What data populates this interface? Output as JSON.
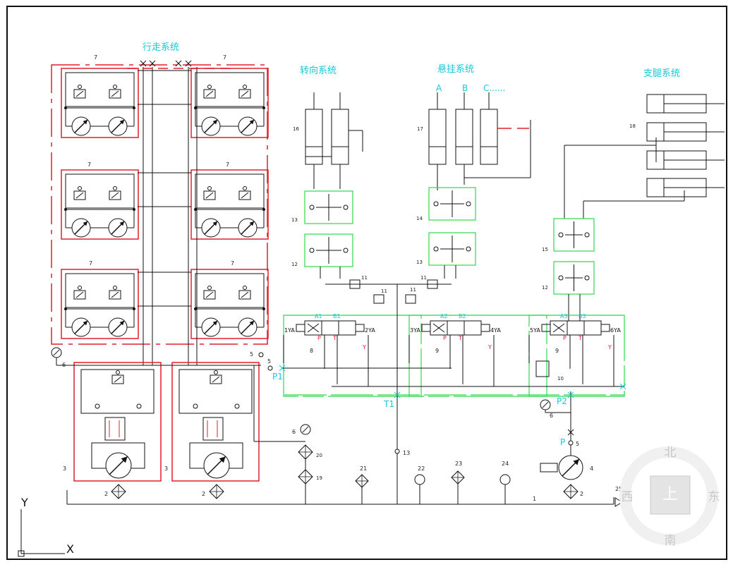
{
  "titles": {
    "travel": "行走系统",
    "steering": "转向系统",
    "suspension": "悬挂系统",
    "outrigger": "支腿系统"
  },
  "suspension_ports": {
    "a": "A",
    "b": "B",
    "c": "C......"
  },
  "compass": {
    "center": "上",
    "north": "北",
    "south": "南",
    "east": "东",
    "west": "西"
  },
  "ucs": {
    "y": "Y",
    "x": "X"
  },
  "ports": {
    "p1": "P1",
    "p2": "P2",
    "t1": "T1",
    "p": "P"
  },
  "valves": [
    {
      "left": "1YA",
      "right": "2YA",
      "a": "A1",
      "b": "B1",
      "num": "8",
      "p": "P",
      "t": "T",
      "y": "Y"
    },
    {
      "left": "3YA",
      "right": "4YA",
      "a": "A2",
      "b": "B2",
      "num": "9",
      "p": "P",
      "t": "T",
      "y": "Y"
    },
    {
      "left": "5YA",
      "right": "6YA",
      "a": "A3",
      "b": "B3",
      "num": "9",
      "p": "P",
      "t": "T",
      "y": "Y"
    }
  ],
  "labels": {
    "m7": "7",
    "n16": "16",
    "n17": "17",
    "n18": "18",
    "n13a": "13",
    "n13b": "13",
    "n13c": "13",
    "n12a": "12",
    "n12b": "12",
    "n14": "14",
    "n15": "15",
    "n11": "11",
    "n10": "10",
    "n6": "6",
    "n5": "5",
    "n3": "3",
    "n2": "2",
    "n20": "20",
    "n19": "19",
    "n21": "21",
    "n22": "22",
    "n23": "23",
    "n24": "24",
    "n4": "4",
    "n1": "1",
    "n25": "25"
  },
  "colors": {
    "red": "#e0202a",
    "green": "#2ed84a",
    "cyan": "#16c8d8",
    "line": "#111111"
  }
}
